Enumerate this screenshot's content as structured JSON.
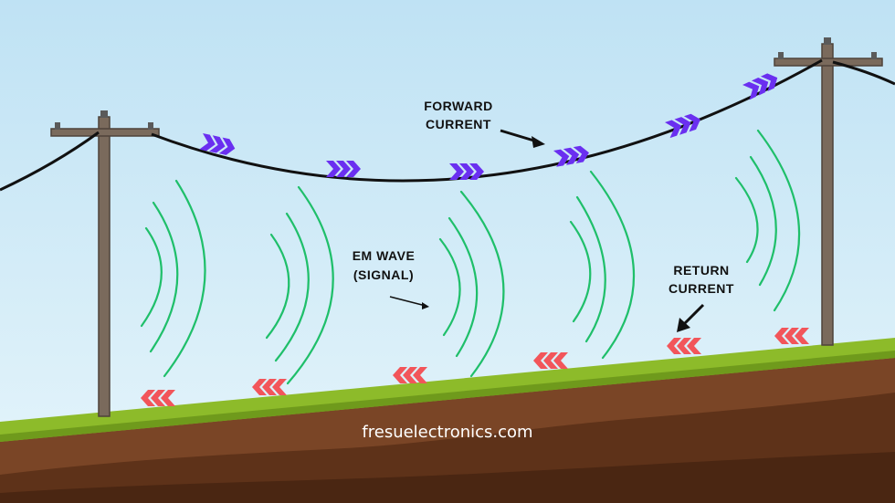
{
  "labels": {
    "forward_1": "FORWARD",
    "forward_2": "CURRENT",
    "em_1": "EM WAVE",
    "em_2": "(SIGNAL)",
    "return_1": "RETURN",
    "return_2": "CURRENT"
  },
  "watermark": "fresuelectronics.com",
  "colors": {
    "sky_top": "#bfe2f4",
    "sky_bottom": "#e4f4fb",
    "grass": "#8dbb2a",
    "grass_dark": "#6f9a1c",
    "soil": "#7a4526",
    "soil_dark": "#5a2f17",
    "wire": "#111111",
    "pole": "#7a6a5c",
    "forward_arrow": "#6a2ff0",
    "return_arrow": "#f2555a",
    "wave": "#1fbf6a"
  },
  "icons": {
    "forward_arrow": "triple-chevron-right-icon",
    "return_arrow": "triple-chevron-left-icon",
    "wave": "em-wave-arcs-icon"
  }
}
